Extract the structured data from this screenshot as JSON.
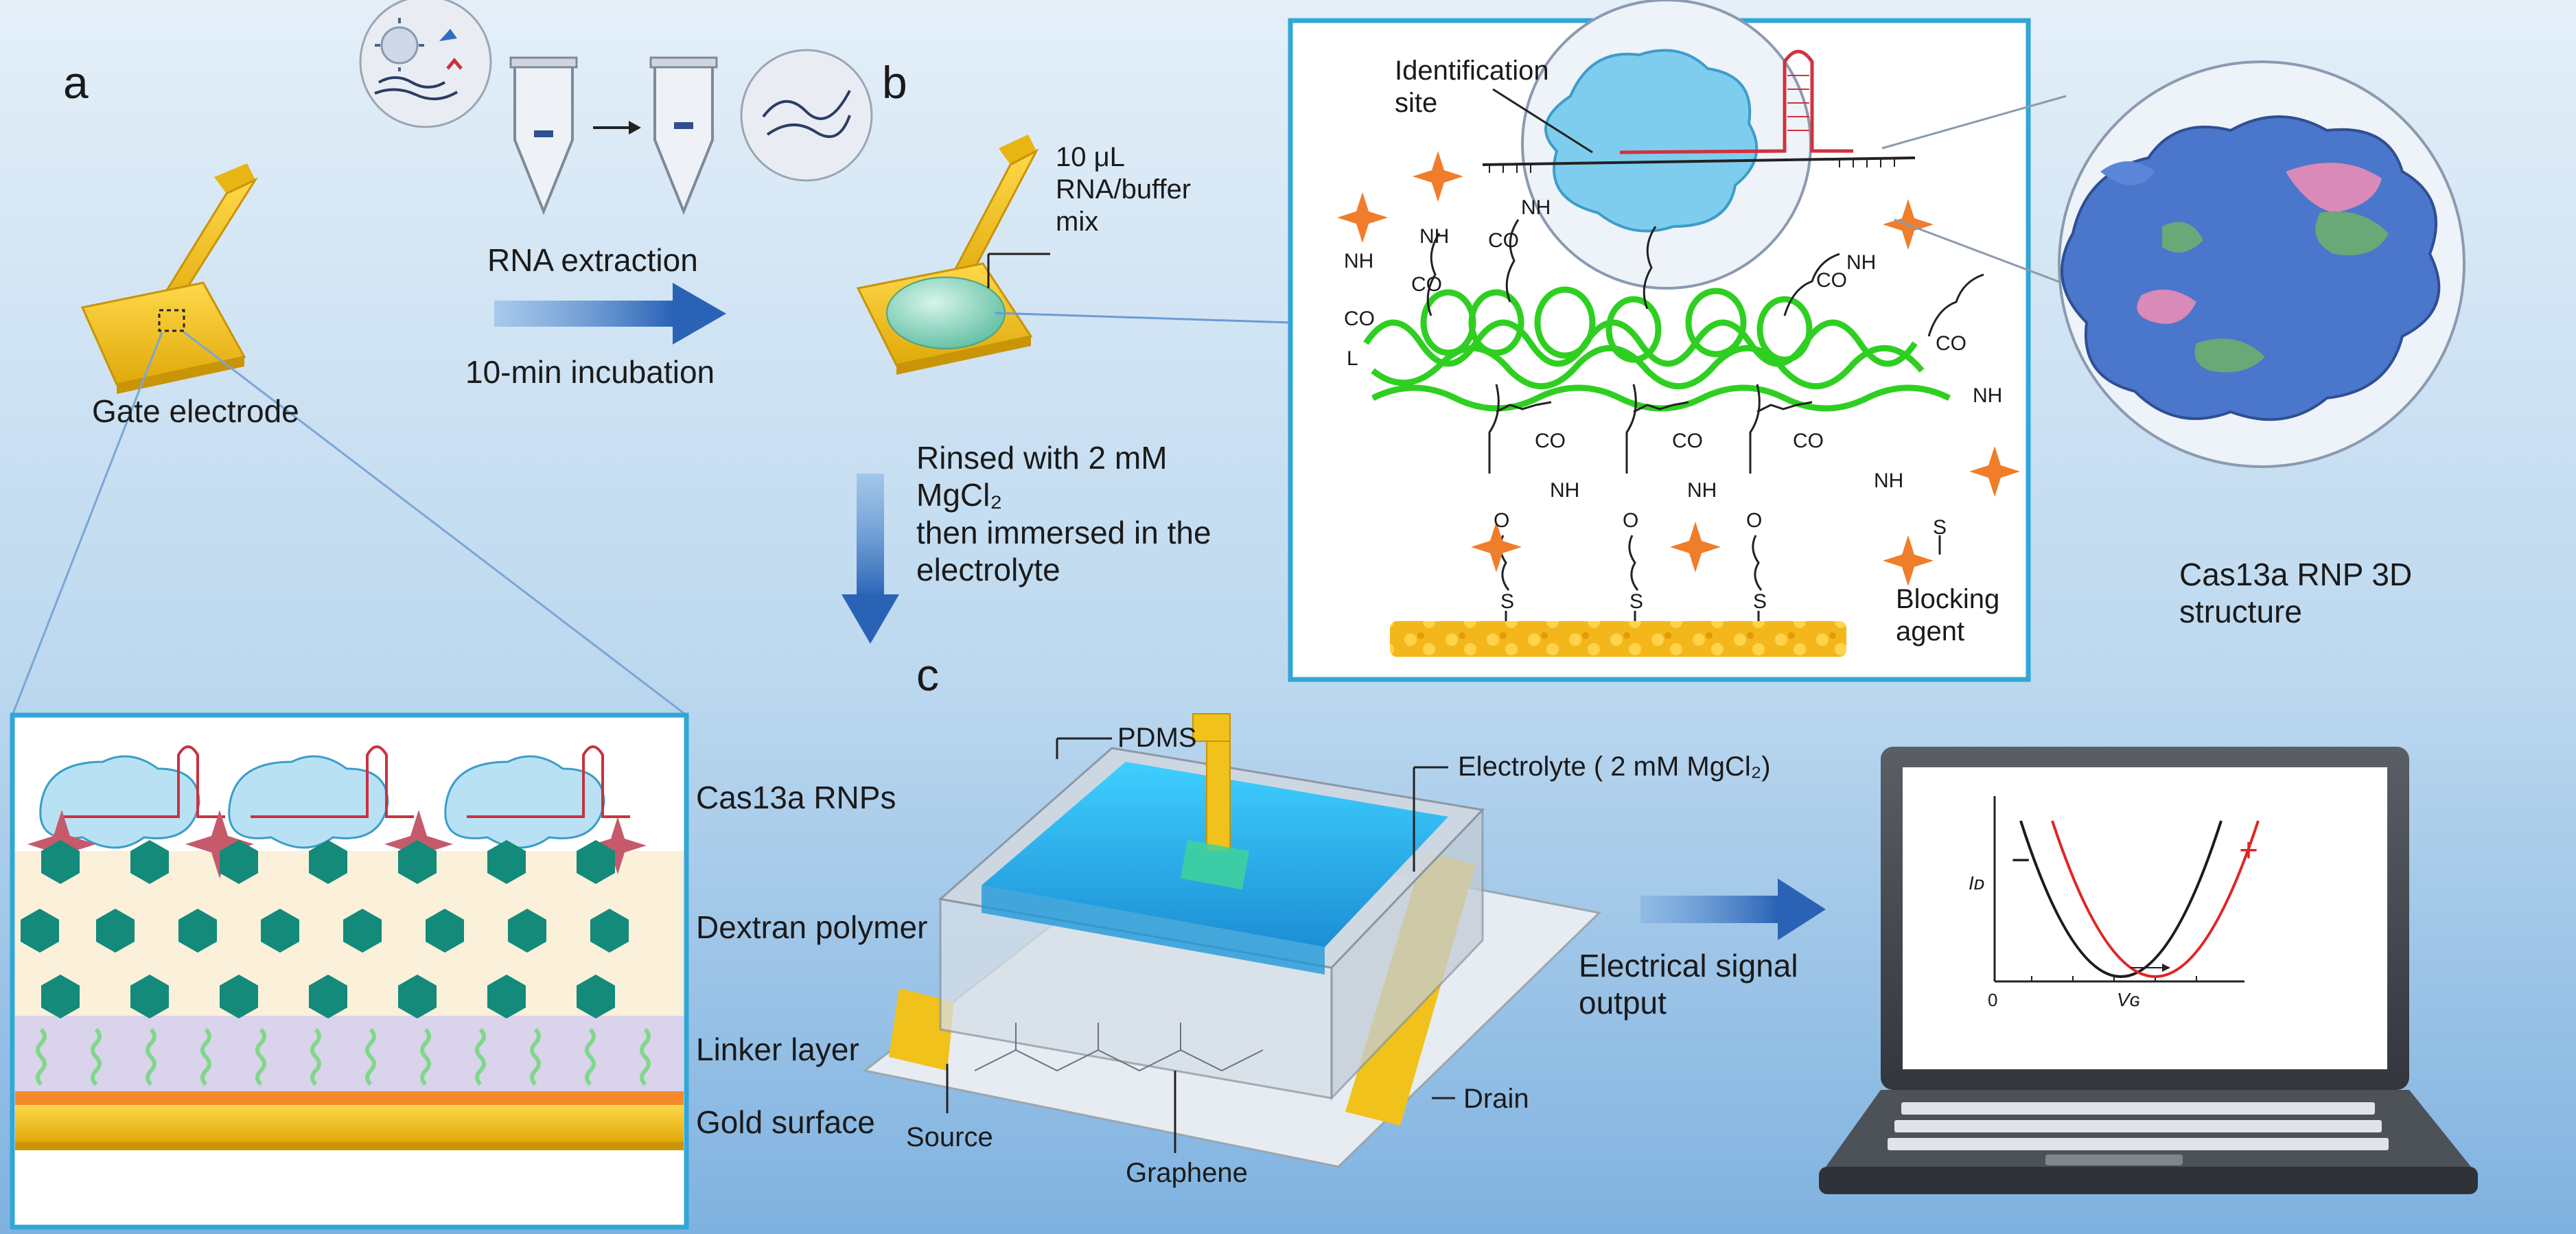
{
  "panel_labels": {
    "a": "a",
    "b": "b",
    "c": "c"
  },
  "extraction": {
    "title": "RNA extraction",
    "incubation": "10-min incubation"
  },
  "gate": {
    "label": "Gate electrode",
    "volume": "10 μL\nRNA/buffer\nmix"
  },
  "rinse": {
    "text": "Rinsed with 2 mM\nMgCl₂\nthen immersed in the\nelectrolyte"
  },
  "layers": {
    "cas13a": "Cas13a RNPs",
    "dextran": "Dextran polymer",
    "linker": "Linker layer",
    "gold": "Gold surface"
  },
  "surface_chemistry": {
    "identification": "Identification\nsite",
    "blocking": "Blocking\nagent",
    "co": "CO",
    "nh": "NH",
    "o": "O",
    "s": "S",
    "l": "L"
  },
  "structure": {
    "caption": "Cas13a RNP 3D\nstructure"
  },
  "device": {
    "pdms": "PDMS",
    "electrolyte": "Electrolyte ( 2 mM MgCl₂)",
    "source": "Source",
    "drain": "Drain",
    "graphene": "Graphene"
  },
  "output": {
    "label": "Electrical signal\noutput"
  },
  "plot": {
    "y_axis": "Iᴅ",
    "x_axis": "Vɢ",
    "origin": "0",
    "minus": "−",
    "plus": "+"
  },
  "colors": {
    "background_top": "#dceaf6",
    "background_bottom": "#86b8e3",
    "arrow_blue": "#2f6fbf",
    "panel_border": "#32a6d6",
    "gold": "#f1c21b",
    "dextran_green": "#138a7a",
    "cas13a_blue": "#9fd8ef",
    "crrna_red": "#c9323f",
    "blocking_orange": "#ef7d2a",
    "polymer_green": "#3ee82a",
    "electrolyte_cyan": "#2bbef0",
    "curve_black": "#1c1c1c",
    "curve_red": "#e02525",
    "protein_blue": "#4a76cc",
    "protein_pink": "#d98ab8",
    "protein_green": "#6aa877"
  },
  "icons": [
    "virus-icon",
    "tube-icon",
    "rna-strand-icon",
    "arrow-right-icon",
    "arrow-down-icon",
    "star-icon",
    "laptop-icon",
    "electrode-icon"
  ]
}
